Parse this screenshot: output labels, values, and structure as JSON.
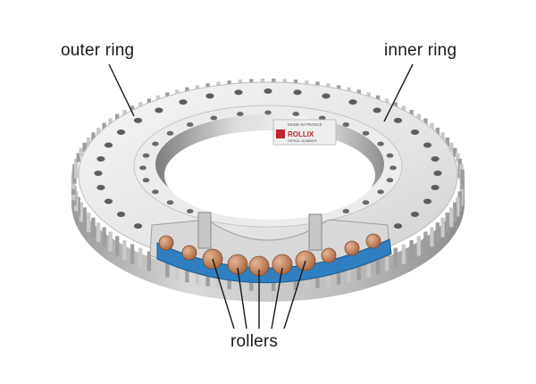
{
  "labels": {
    "outer_ring": "outer ring",
    "inner_ring": "inner ring",
    "rollers": "rollers"
  },
  "brand": {
    "logo_text": "ROLLIX",
    "made_in": "MADE IN FRANCE",
    "plate_line": "SERIAL NUMBER"
  },
  "colors": {
    "metal_light": "#f1f1f1",
    "metal_mid": "#cfcfcf",
    "metal_dark": "#8a8a8a",
    "cage_blue": "#2f7fc1",
    "roller_copper": "#c98a66",
    "logo_red": "#c0262d"
  },
  "icons": {
    "component": "slewing-bearing-illustration"
  }
}
